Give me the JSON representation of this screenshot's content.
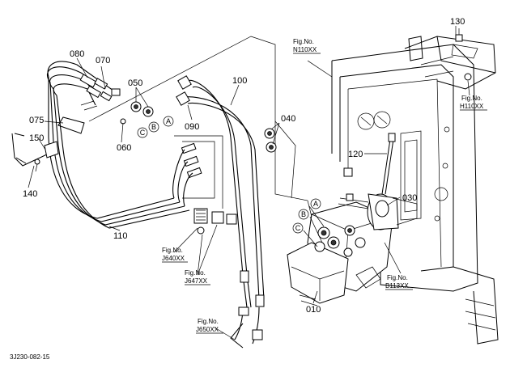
{
  "diagram_code": "3J230-082-15",
  "parts": [
    {
      "id": "p130",
      "label": "130"
    },
    {
      "id": "p080",
      "label": "080"
    },
    {
      "id": "p070",
      "label": "070"
    },
    {
      "id": "p050",
      "label": "050"
    },
    {
      "id": "p100",
      "label": "100"
    },
    {
      "id": "p075",
      "label": "075"
    },
    {
      "id": "p090",
      "label": "090"
    },
    {
      "id": "p040",
      "label": "040"
    },
    {
      "id": "p060",
      "label": "060"
    },
    {
      "id": "p150",
      "label": "150"
    },
    {
      "id": "p120",
      "label": "120"
    },
    {
      "id": "p140",
      "label": "140"
    },
    {
      "id": "p030",
      "label": "030"
    },
    {
      "id": "p110",
      "label": "110"
    },
    {
      "id": "p010",
      "label": "010"
    }
  ],
  "figure_refs": [
    {
      "id": "fN110",
      "title": "Fig.No.",
      "code": "N110XX"
    },
    {
      "id": "fH110",
      "title": "Fig.No.",
      "code": "H110XX"
    },
    {
      "id": "fJ640",
      "title": "Fig.No.",
      "code": "J640XX"
    },
    {
      "id": "fJ647",
      "title": "Fig.No.",
      "code": "J647XX"
    },
    {
      "id": "fB113",
      "title": "Fig.No.",
      "code": "B113XX"
    },
    {
      "id": "fJ650",
      "title": "Fig.No.",
      "code": "J650XX"
    }
  ],
  "circle_markers": [
    {
      "id": "m1",
      "letter": "A"
    },
    {
      "id": "m2",
      "letter": "B"
    },
    {
      "id": "m3",
      "letter": "C"
    },
    {
      "id": "m4",
      "letter": "A"
    },
    {
      "id": "m5",
      "letter": "B"
    },
    {
      "id": "m6",
      "letter": "C"
    }
  ]
}
